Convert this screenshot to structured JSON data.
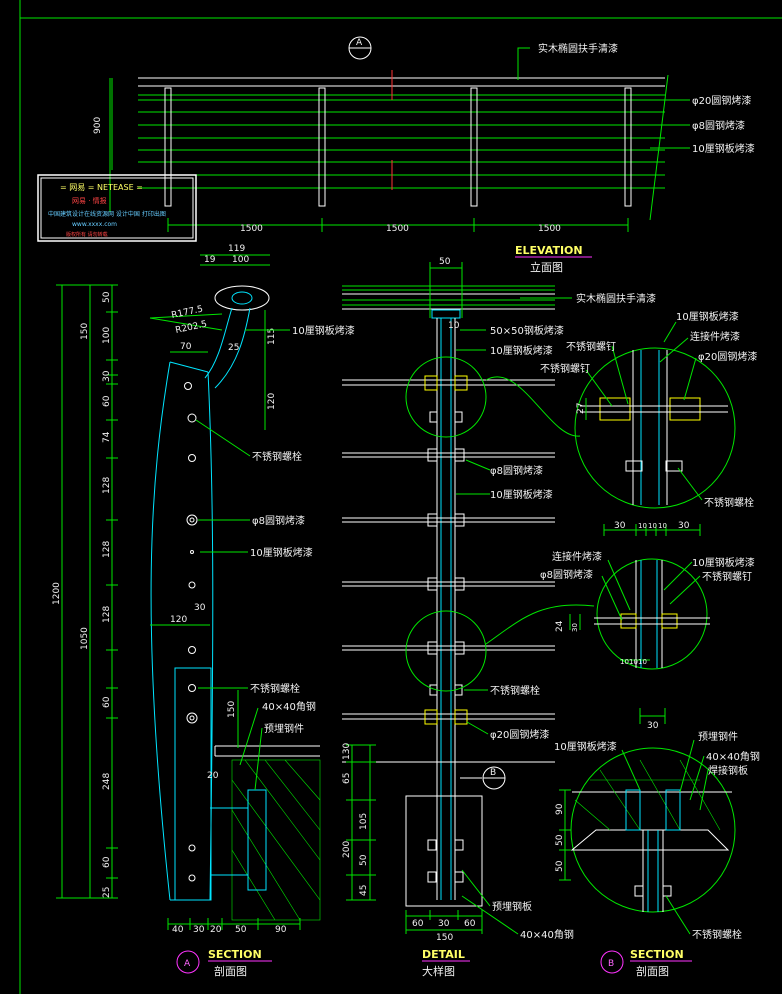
{
  "labels": {
    "wood_handrail": "实木椭圆扶手清漆",
    "bar20": "φ20圆钢烤漆",
    "bar8": "φ8圆钢烤漆",
    "plate10": "10厘钢板烤漆",
    "plate10b": "10厘钢板烤漆",
    "plate10c": "10厘钢板烤漆",
    "plate10d": "10厘钢板烤漆",
    "plate10e": "10厘钢板烤漆",
    "plate10f": "10厘钢板烤漆",
    "bolt_ss": "不锈钢螺栓",
    "bolt_ss2": "不锈钢螺栓",
    "bolt_ss3": "不锈钢螺栓",
    "bolt_ss4": "不锈钢螺栓",
    "bolt_ss5": "不锈钢螺栓",
    "bar8_b": "φ8圆钢烤漆",
    "bar8_c": "φ8圆钢烤漆",
    "bar8_d": "φ8圆钢烤漆",
    "bar20_b": "φ20圆钢烤漆",
    "bar20_c": "φ20圆钢烤漆",
    "angle40": "40×40角钢",
    "angle40b": "40×40角钢",
    "angle40c": "40×40角钢",
    "embed": "预埋钢件",
    "embed2": "预埋钢件",
    "embed_plate": "预埋钢板",
    "tube50": "50×50钢板烤漆",
    "wood_handrail2": "实木椭圆扶手清漆",
    "connector": "连接件烤漆",
    "connector2": "连接件烤漆",
    "screw_ss": "不锈钢螺钉",
    "screw_ss2": "不锈钢螺钉",
    "screw_ss3": "不锈钢螺钉",
    "weld_plate": "焊接钢板",
    "radius1": "R177.5",
    "radius2": "R202.5"
  },
  "titles": {
    "elevation_en": "ELEVATION",
    "elevation_cn": "立面图",
    "section_en": "SECTION",
    "section_cn": "剖面图",
    "detail_en": "DETAIL",
    "detail_cn": "大样图",
    "section2_en": "SECTION",
    "section2_cn": "剖面图",
    "markA": "A",
    "markA2": "A",
    "markB": "B",
    "markB2": "B"
  },
  "dims": {
    "elev_h": "900",
    "span1": "1500",
    "span2": "1500",
    "span3": "1500",
    "w119": "119",
    "w19": "19",
    "w100": "100",
    "w70": "70",
    "w25": "25",
    "w120": "120",
    "w30": "30",
    "d50": "50",
    "d100": "100",
    "d30": "30",
    "d60": "60",
    "d74": "74",
    "d128a": "128",
    "d128b": "128",
    "d128c": "128",
    "d60b": "60",
    "d248": "248",
    "d60c": "60",
    "d25": "25",
    "d30b": "30",
    "h150": "150",
    "h1200": "1200",
    "h1050": "1050",
    "r115": "115",
    "r120": "120",
    "r150": "150",
    "r20": "20",
    "b40": "40",
    "b30": "30",
    "b20": "20",
    "b50": "50",
    "b90": "90",
    "top50": "50",
    "t10": "10",
    "d27": "27",
    "d65": "65",
    "d130": "130",
    "d105": "105",
    "d200": "200",
    "d50b": "50",
    "d45": "45",
    "e60": "60",
    "e30": "30",
    "e60b": "60",
    "e150": "150",
    "c30": "30",
    "c10": "10",
    "c10b": "10",
    "c10c": "10",
    "c30b": "30",
    "c24": "24",
    "c30c": "30",
    "g10": "10",
    "g10b": "10",
    "g10c": "10",
    "g30": "30",
    "s90": "90",
    "s50": "50",
    "s50b": "50"
  },
  "watermark": {
    "line1": "= 网易 = NETEASE =",
    "line2": "网易 · 情报",
    "line3": "中国建筑设计在线资源网 设计中国 打印出图",
    "line4": "www.xxxx.com",
    "line5": "版权所有 请勿转载"
  }
}
